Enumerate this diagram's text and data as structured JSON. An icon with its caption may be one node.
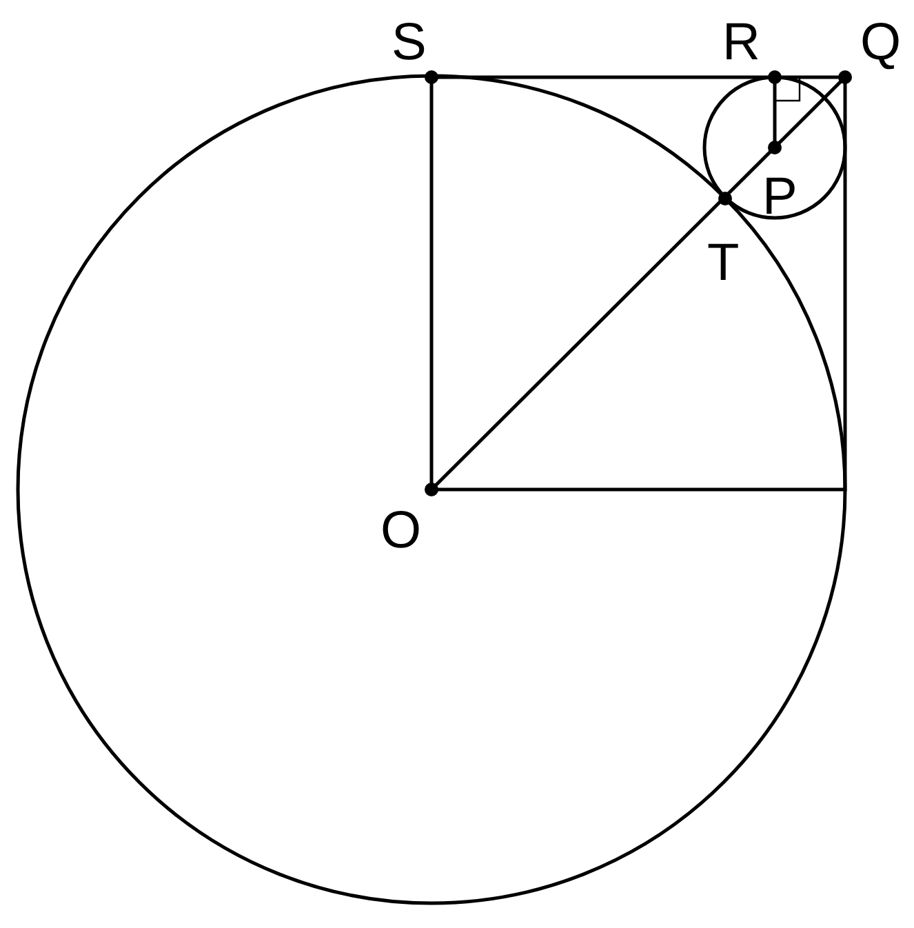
{
  "diagram": {
    "labels": [
      "S",
      "R",
      "Q",
      "P",
      "T",
      "O"
    ]
  }
}
